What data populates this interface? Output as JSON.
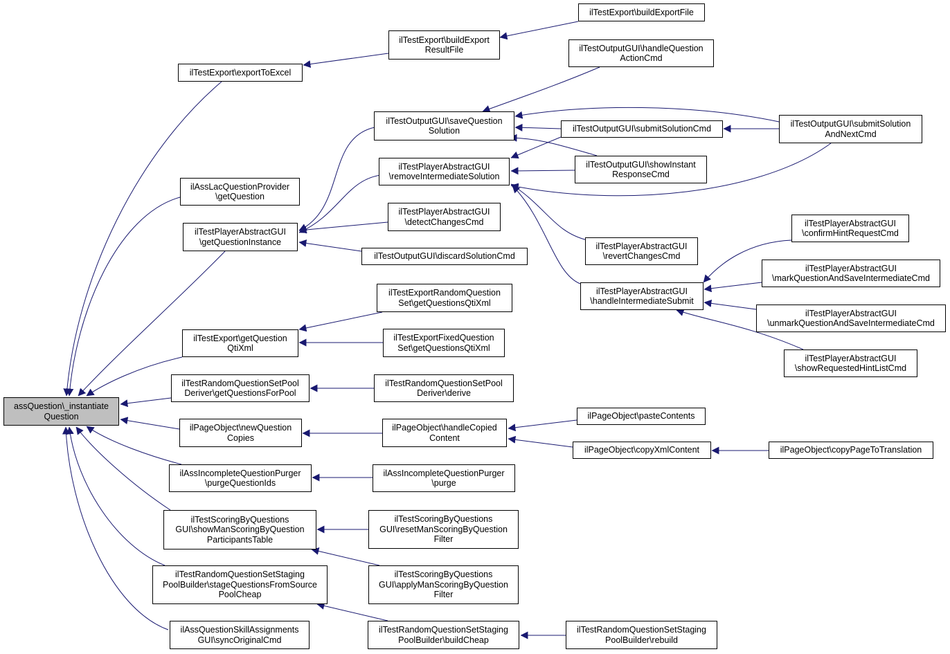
{
  "edge_color": "#191970",
  "root_fill": "#bfbfbf",
  "nodes": {
    "root": [
      "assQuestion\\_instantiate",
      "Question"
    ],
    "exportToExcel": [
      "ilTestExport\\exportToExcel"
    ],
    "buildExportResultFile": [
      "ilTestExport\\buildExport",
      "ResultFile"
    ],
    "buildExportFile": [
      "ilTestExport\\buildExportFile"
    ],
    "lacGetQuestion": [
      "ilAssLacQuestionProvider",
      "\\getQuestion"
    ],
    "getQuestionInstance": [
      "ilTestPlayerAbstractGUI",
      "\\getQuestionInstance"
    ],
    "saveQuestionSolution": [
      "ilTestOutputGUI\\saveQuestion",
      "Solution"
    ],
    "handleQuestionActionCmd": [
      "ilTestOutputGUI\\handleQuestion",
      "ActionCmd"
    ],
    "submitSolutionCmd": [
      "ilTestOutputGUI\\submitSolutionCmd"
    ],
    "submitSolutionAndNextCmd": [
      "ilTestOutputGUI\\submitSolution",
      "AndNextCmd"
    ],
    "removeIntermediateSolution": [
      "ilTestPlayerAbstractGUI",
      "\\removeIntermediateSolution"
    ],
    "showInstantResponseCmd": [
      "ilTestOutputGUI\\showInstant",
      "ResponseCmd"
    ],
    "detectChangesCmd": [
      "ilTestPlayerAbstractGUI",
      "\\detectChangesCmd"
    ],
    "discardSolutionCmd": [
      "ilTestOutputGUI\\discardSolutionCmd"
    ],
    "revertChangesCmd": [
      "ilTestPlayerAbstractGUI",
      "\\revertChangesCmd"
    ],
    "handleIntermediateSubmit": [
      "ilTestPlayerAbstractGUI",
      "\\handleIntermediateSubmit"
    ],
    "confirmHintRequestCmd": [
      "ilTestPlayerAbstractGUI",
      "\\confirmHintRequestCmd"
    ],
    "markQuestionAndSave": [
      "ilTestPlayerAbstractGUI",
      "\\markQuestionAndSaveIntermediateCmd"
    ],
    "unmarkQuestionAndSave": [
      "ilTestPlayerAbstractGUI",
      "\\unmarkQuestionAndSaveIntermediateCmd"
    ],
    "showRequestedHintListCmd": [
      "ilTestPlayerAbstractGUI",
      "\\showRequestedHintListCmd"
    ],
    "getQuestionQtiXml": [
      "ilTestExport\\getQuestion",
      "QtiXml"
    ],
    "randomGetQuestionsQtiXml": [
      "ilTestExportRandomQuestion",
      "Set\\getQuestionsQtiXml"
    ],
    "fixedGetQuestionsQtiXml": [
      "ilTestExportFixedQuestion",
      "Set\\getQuestionsQtiXml"
    ],
    "getQuestionsForPool": [
      "ilTestRandomQuestionSetPool",
      "Deriver\\getQuestionsForPool"
    ],
    "derive": [
      "ilTestRandomQuestionSetPool",
      "Deriver\\derive"
    ],
    "newQuestionCopies": [
      "ilPageObject\\newQuestion",
      "Copies"
    ],
    "handleCopiedContent": [
      "ilPageObject\\handleCopied",
      "Content"
    ],
    "pasteContents": [
      "ilPageObject\\pasteContents"
    ],
    "copyXmlContent": [
      "ilPageObject\\copyXmlContent"
    ],
    "copyPageToTranslation": [
      "ilPageObject\\copyPageToTranslation"
    ],
    "purgeQuestionIds": [
      "ilAssIncompleteQuestionPurger",
      "\\purgeQuestionIds"
    ],
    "purge": [
      "ilAssIncompleteQuestionPurger",
      "\\purge"
    ],
    "showManScoringParticipantsTable": [
      "ilTestScoringByQuestions",
      "GUI\\showManScoringByQuestion",
      "ParticipantsTable"
    ],
    "resetManScoringFilter": [
      "ilTestScoringByQuestions",
      "GUI\\resetManScoringByQuestion",
      "Filter"
    ],
    "applyManScoringFilter": [
      "ilTestScoringByQuestions",
      "GUI\\applyManScoringByQuestion",
      "Filter"
    ],
    "stageQuestionsFromSourcePoolCheap": [
      "ilTestRandomQuestionSetStaging",
      "PoolBuilder\\stageQuestionsFromSource",
      "PoolCheap"
    ],
    "buildCheap": [
      "ilTestRandomQuestionSetStaging",
      "PoolBuilder\\buildCheap"
    ],
    "rebuild": [
      "ilTestRandomQuestionSetStaging",
      "PoolBuilder\\rebuild"
    ],
    "syncOriginalCmd": [
      "ilAssQuestionSkillAssignments",
      "GUI\\syncOriginalCmd"
    ]
  },
  "edges": [
    [
      "exportToExcel",
      "root"
    ],
    [
      "buildExportResultFile",
      "exportToExcel"
    ],
    [
      "buildExportFile",
      "buildExportResultFile"
    ],
    [
      "lacGetQuestion",
      "root"
    ],
    [
      "getQuestionInstance",
      "root"
    ],
    [
      "saveQuestionSolution",
      "getQuestionInstance"
    ],
    [
      "handleQuestionActionCmd",
      "saveQuestionSolution"
    ],
    [
      "submitSolutionCmd",
      "saveQuestionSolution"
    ],
    [
      "submitSolutionAndNextCmd",
      "saveQuestionSolution"
    ],
    [
      "showInstantResponseCmd",
      "saveQuestionSolution"
    ],
    [
      "submitSolutionAndNextCmd",
      "submitSolutionCmd"
    ],
    [
      "removeIntermediateSolution",
      "getQuestionInstance"
    ],
    [
      "submitSolutionCmd",
      "removeIntermediateSolution"
    ],
    [
      "showInstantResponseCmd",
      "removeIntermediateSolution"
    ],
    [
      "submitSolutionAndNextCmd",
      "removeIntermediateSolution"
    ],
    [
      "revertChangesCmd",
      "removeIntermediateSolution"
    ],
    [
      "handleIntermediateSubmit",
      "removeIntermediateSolution"
    ],
    [
      "confirmHintRequestCmd",
      "handleIntermediateSubmit"
    ],
    [
      "markQuestionAndSave",
      "handleIntermediateSubmit"
    ],
    [
      "unmarkQuestionAndSave",
      "handleIntermediateSubmit"
    ],
    [
      "showRequestedHintListCmd",
      "handleIntermediateSubmit"
    ],
    [
      "detectChangesCmd",
      "getQuestionInstance"
    ],
    [
      "discardSolutionCmd",
      "getQuestionInstance"
    ],
    [
      "getQuestionQtiXml",
      "root"
    ],
    [
      "randomGetQuestionsQtiXml",
      "getQuestionQtiXml"
    ],
    [
      "fixedGetQuestionsQtiXml",
      "getQuestionQtiXml"
    ],
    [
      "getQuestionsForPool",
      "root"
    ],
    [
      "derive",
      "getQuestionsForPool"
    ],
    [
      "newQuestionCopies",
      "root"
    ],
    [
      "handleCopiedContent",
      "newQuestionCopies"
    ],
    [
      "pasteContents",
      "handleCopiedContent"
    ],
    [
      "copyXmlContent",
      "handleCopiedContent"
    ],
    [
      "copyPageToTranslation",
      "copyXmlContent"
    ],
    [
      "purgeQuestionIds",
      "root"
    ],
    [
      "purge",
      "purgeQuestionIds"
    ],
    [
      "showManScoringParticipantsTable",
      "root"
    ],
    [
      "resetManScoringFilter",
      "showManScoringParticipantsTable"
    ],
    [
      "applyManScoringFilter",
      "showManScoringParticipantsTable"
    ],
    [
      "stageQuestionsFromSourcePoolCheap",
      "root"
    ],
    [
      "buildCheap",
      "stageQuestionsFromSourcePoolCheap"
    ],
    [
      "rebuild",
      "buildCheap"
    ],
    [
      "syncOriginalCmd",
      "root"
    ]
  ]
}
